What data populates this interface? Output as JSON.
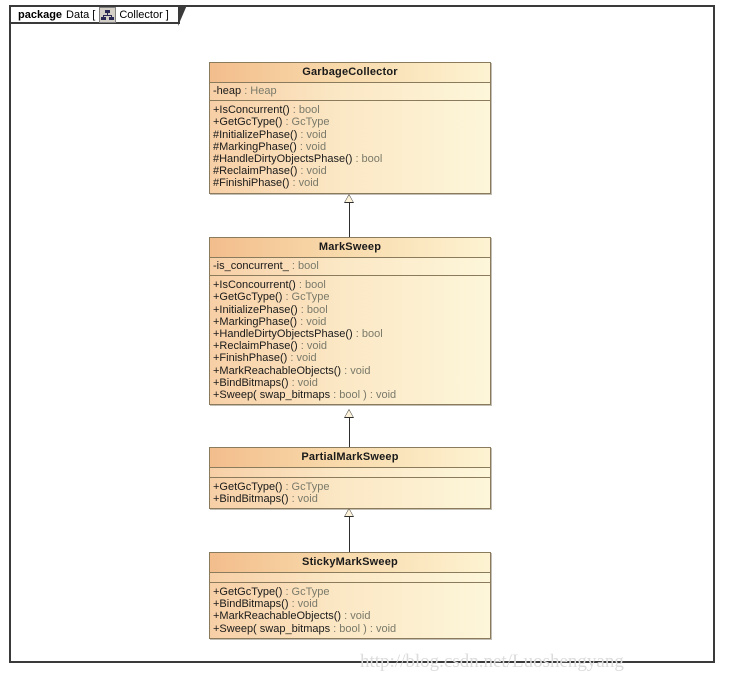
{
  "package": {
    "keyword": "package",
    "name": "Data",
    "bracket_open": "[",
    "bracket_close": "]",
    "diagram_name": "Collector",
    "icon": "class-diagram-icon"
  },
  "watermark": "http://blog.csdn.net/Luoshengyang",
  "colors": {
    "header_start": "#f3bd8c",
    "header_end": "#fdf3d2",
    "body_start": "#f7cfa6",
    "body_end": "#fdf6da",
    "border": "#8a7b5c",
    "frame_border": "#3a3a3a",
    "text": "#1a1a1a",
    "type_text": "#7a7a6a"
  },
  "classes": [
    {
      "id": "garbage-collector",
      "name": "GarbageCollector",
      "attributes": [
        {
          "text": "-heap",
          "type": " : Heap"
        }
      ],
      "operations": [
        {
          "text": "+IsConcurrent()",
          "type": " : bool"
        },
        {
          "text": "+GetGcType()",
          "type": " : GcType"
        },
        {
          "text": "#InitializePhase()",
          "type": " : void"
        },
        {
          "text": "#MarkingPhase()",
          "type": " : void"
        },
        {
          "text": "#HandleDirtyObjectsPhase()",
          "type": " : bool"
        },
        {
          "text": "#ReclaimPhase()",
          "type": " : void"
        },
        {
          "text": "#FinishiPhase()",
          "type": " : void"
        }
      ]
    },
    {
      "id": "mark-sweep",
      "name": "MarkSweep",
      "attributes": [
        {
          "text": "-is_concurrent_",
          "type": " : bool"
        }
      ],
      "operations": [
        {
          "text": "+IsConcourrent()",
          "type": " : bool"
        },
        {
          "text": "+GetGcType()",
          "type": " : GcType"
        },
        {
          "text": "+InitializePhase()",
          "type": " : bool"
        },
        {
          "text": "+MarkingPhase()",
          "type": " : void"
        },
        {
          "text": "+HandleDirtyObjectsPhase()",
          "type": " : bool"
        },
        {
          "text": "+ReclaimPhase()",
          "type": " : void"
        },
        {
          "text": "+FinishPhase()",
          "type": " : void"
        },
        {
          "text": "+MarkReachableObjects()",
          "type": " : void"
        },
        {
          "text": "+BindBitmaps()",
          "type": " : void"
        },
        {
          "text": "+Sweep( swap_bitmaps",
          "type": " : bool ) : void"
        }
      ]
    },
    {
      "id": "partial-mark-sweep",
      "name": "PartialMarkSweep",
      "attributes": [],
      "operations": [
        {
          "text": "+GetGcType()",
          "type": " : GcType"
        },
        {
          "text": "+BindBitmaps()",
          "type": " : void"
        }
      ]
    },
    {
      "id": "sticky-mark-sweep",
      "name": "StickyMarkSweep",
      "attributes": [],
      "operations": [
        {
          "text": "+GetGcType()",
          "type": " : GcType"
        },
        {
          "text": "+BindBitmaps()",
          "type": " : void"
        },
        {
          "text": "+MarkReachableObjects()",
          "type": " : void"
        },
        {
          "text": "+Sweep( swap_bitmaps",
          "type": " : bool ) : void"
        }
      ]
    }
  ],
  "relationships": [
    {
      "id": "gen-marksweep-to-garbagecollector",
      "kind": "generalization",
      "from": "MarkSweep",
      "to": "GarbageCollector"
    },
    {
      "id": "gen-partial-to-marksweep",
      "kind": "generalization",
      "from": "PartialMarkSweep",
      "to": "MarkSweep"
    },
    {
      "id": "gen-sticky-to-partial",
      "kind": "generalization",
      "from": "StickyMarkSweep",
      "to": "PartialMarkSweep"
    }
  ]
}
